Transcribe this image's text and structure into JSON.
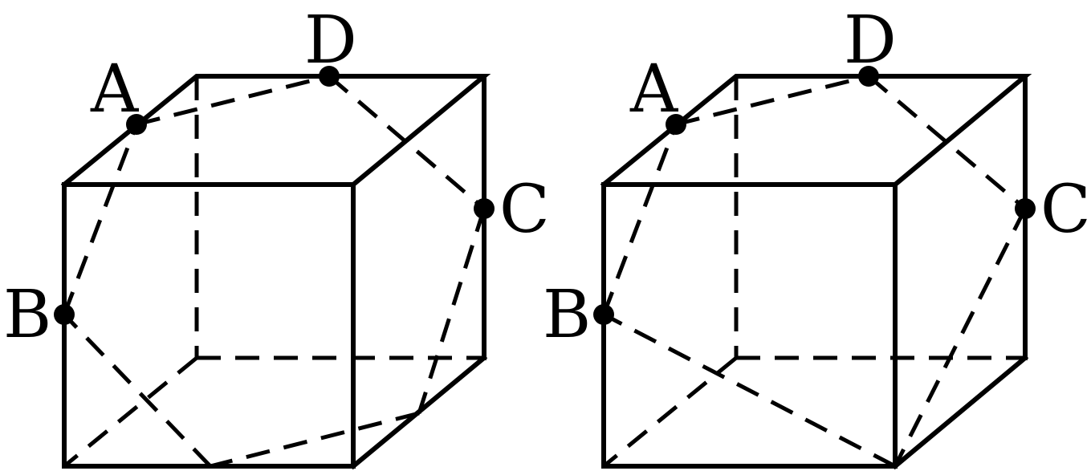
{
  "figures": [
    {
      "points": [
        {
          "id": "A",
          "label": "A"
        },
        {
          "id": "B",
          "label": "B"
        },
        {
          "id": "C",
          "label": "C"
        },
        {
          "id": "D",
          "label": "D"
        }
      ]
    },
    {
      "points": [
        {
          "id": "A",
          "label": "A"
        },
        {
          "id": "B",
          "label": "B"
        },
        {
          "id": "C",
          "label": "C"
        },
        {
          "id": "D",
          "label": "D"
        }
      ]
    }
  ]
}
